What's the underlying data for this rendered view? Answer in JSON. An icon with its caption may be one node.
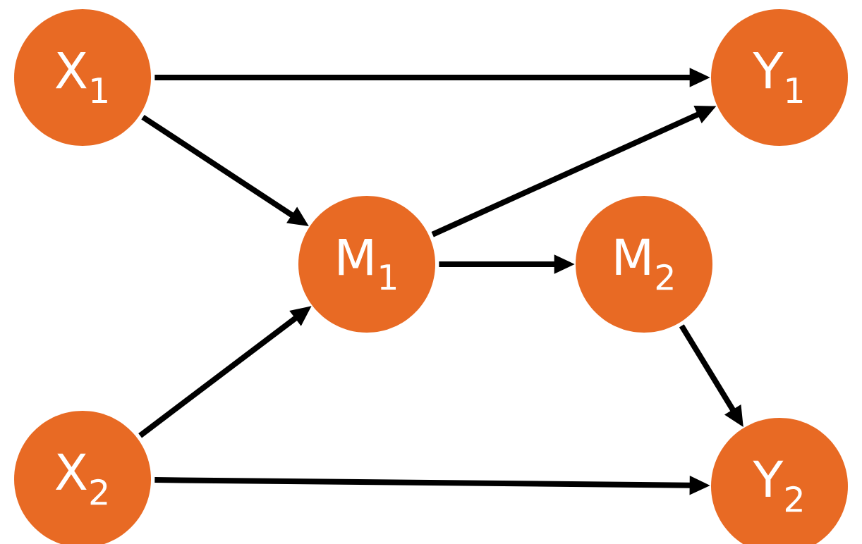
{
  "diagram": {
    "nodes": [
      {
        "text": [
          "X$_{1}$"
        ]
      },
      {
        "text": [
          "Y$_{1}$"
        ]
      },
      {
        "text": [
          "M$_{1}$"
        ]
      },
      {
        "text": [
          "M$_{2}$"
        ]
      },
      {
        "text": [
          "X$_{2}$"
        ]
      },
      {
        "text": [
          "Y$_{2}$"
        ]
      }
    ],
    "edges": [
      {
        "from": 0,
        "to": 1,
        "arrow": "to"
      },
      {
        "from": 0,
        "to": 2,
        "arrow": "to"
      },
      {
        "from": 2,
        "to": 1,
        "arrow": "to"
      },
      {
        "from": 2,
        "to": 3,
        "arrow": "to"
      },
      {
        "from": 4,
        "to": 2,
        "arrow": "to"
      },
      {
        "from": 3,
        "to": 5,
        "arrow": "to"
      },
      {
        "from": 4,
        "to": 5,
        "arrow": "to"
      }
    ]
  }
}
